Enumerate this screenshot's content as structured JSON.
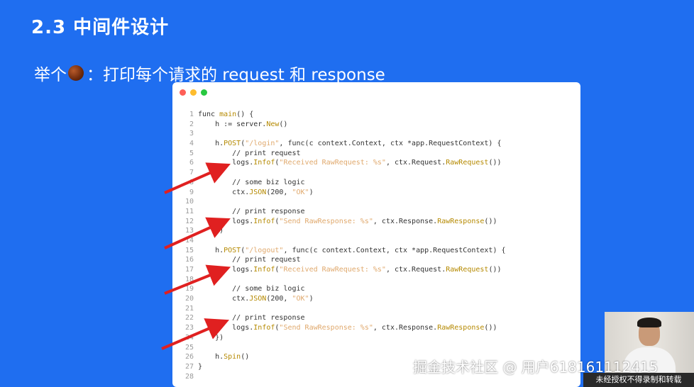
{
  "slide": {
    "title": "2.3  中间件设计",
    "subtitle_prefix": "举个",
    "subtitle_rest": "：打印每个请求的 request 和 response"
  },
  "code": {
    "lines": [
      {
        "n": "1",
        "t": "func main() {"
      },
      {
        "n": "2",
        "t": "    h := server.New()"
      },
      {
        "n": "3",
        "t": ""
      },
      {
        "n": "4",
        "t": "    h.POST(\"/login\", func(c context.Context, ctx *app.RequestContext) {"
      },
      {
        "n": "5",
        "t": "        // print request"
      },
      {
        "n": "6",
        "t": "        logs.Infof(\"Received RawRequest: %s\", ctx.Request.RawRequest())"
      },
      {
        "n": "7",
        "t": ""
      },
      {
        "n": "8",
        "t": "        // some biz logic"
      },
      {
        "n": "9",
        "t": "        ctx.JSON(200, \"OK\")"
      },
      {
        "n": "10",
        "t": ""
      },
      {
        "n": "11",
        "t": "        // print response"
      },
      {
        "n": "12",
        "t": "        logs.Infof(\"Send RawResponse: %s\", ctx.Response.RawResponse())"
      },
      {
        "n": "13",
        "t": "    })"
      },
      {
        "n": "14",
        "t": ""
      },
      {
        "n": "15",
        "t": "    h.POST(\"/logout\", func(c context.Context, ctx *app.RequestContext) {"
      },
      {
        "n": "16",
        "t": "        // print request"
      },
      {
        "n": "17",
        "t": "        logs.Infof(\"Received RawRequest: %s\", ctx.Request.RawRequest())"
      },
      {
        "n": "18",
        "t": ""
      },
      {
        "n": "19",
        "t": "        // some biz logic"
      },
      {
        "n": "20",
        "t": "        ctx.JSON(200, \"OK\")"
      },
      {
        "n": "21",
        "t": ""
      },
      {
        "n": "22",
        "t": "        // print response"
      },
      {
        "n": "23",
        "t": "        logs.Infof(\"Send RawResponse: %s\", ctx.Response.RawResponse())"
      },
      {
        "n": "24",
        "t": "    })"
      },
      {
        "n": "25",
        "t": ""
      },
      {
        "n": "26",
        "t": "    h.Spin()"
      },
      {
        "n": "27",
        "t": "}"
      },
      {
        "n": "28",
        "t": ""
      }
    ]
  },
  "watermark": "掘金技术社区 @ 用户6181611124​15",
  "notice": "未经授权不得录制和转载",
  "colors": {
    "background": "#1f6ef0",
    "arrow": "#e02020"
  },
  "icons": {
    "chestnut": "chestnut-emoji-icon"
  }
}
